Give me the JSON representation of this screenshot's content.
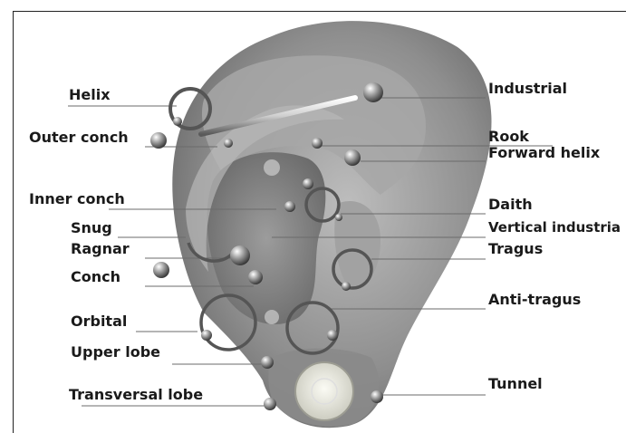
{
  "labels": {
    "helix": "Helix",
    "outer_conch": "Outer conch",
    "inner_conch": "Inner conch",
    "snug": "Snug",
    "ragnar": "Ragnar",
    "conch": "Conch",
    "orbital": "Orbital",
    "upper_lobe": "Upper lobe",
    "transversal_lobe": "Transversal lobe",
    "industrial": "Industrial",
    "rook": "Rook",
    "forward_helix": "Forward helix",
    "daith": "Daith",
    "vertical_industrial": "Vertical industria",
    "tragus": "Tragus",
    "anti_tragus": "Anti-tragus",
    "tunnel": "Tunnel"
  }
}
